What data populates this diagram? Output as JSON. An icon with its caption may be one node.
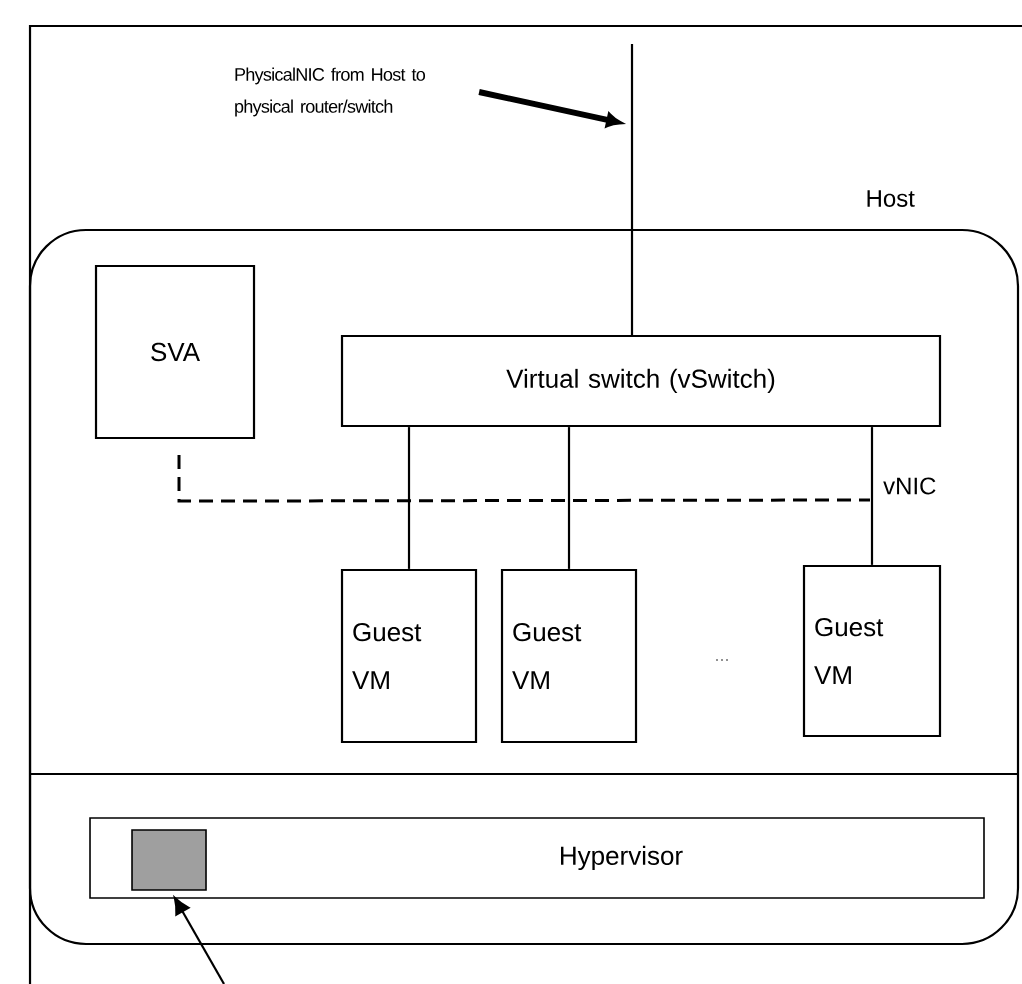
{
  "diagram": {
    "nodes": [
      {
        "text": [
          "Host"
        ]
      },
      {
        "text": [
          "SVA"
        ],
        "in": 0
      },
      {
        "text": [
          "Virtual switch (vSwitch)"
        ],
        "in": 0
      },
      {
        "text": [
          "Guest VM"
        ],
        "in": 0
      },
      {
        "text": [
          "Guest VM"
        ],
        "in": 0
      },
      {
        "text": [
          "Guest VM"
        ],
        "in": 0
      },
      {
        "text": [
          "Hypervisor"
        ],
        "in": 0
      },
      {
        "text": [],
        "shape": "box",
        "in": 6
      },
      {
        "text": [
          "PhysicalNIC from Host to physical router/switch"
        ]
      }
    ],
    "edges": [
      {
        "from": null,
        "to": 2,
        "arrow": "none"
      },
      {
        "from": 8,
        "to": null,
        "arrow": "to",
        "style": "thick"
      },
      {
        "from": 2,
        "to": 3,
        "arrow": "none"
      },
      {
        "from": 2,
        "to": 4,
        "arrow": "none"
      },
      {
        "from": 2,
        "to": 5,
        "arrow": "none"
      },
      {
        "from": 1,
        "to": null,
        "arrow": "none",
        "style": "dashed",
        "label": "vNIC"
      },
      {
        "from": null,
        "to": 7,
        "arrow": "to"
      }
    ],
    "labels": [
      "..."
    ]
  }
}
